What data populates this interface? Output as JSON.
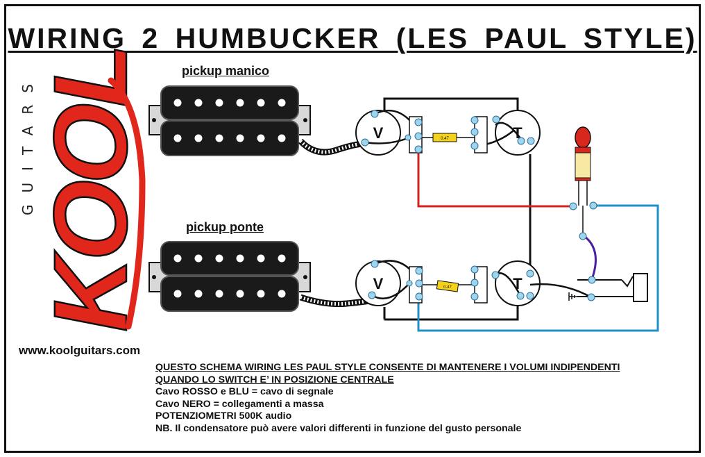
{
  "title": "WIRING 2 HUMBUCKER (LES PAUL STYLE)",
  "logo": {
    "brand": "KOOL",
    "tagline": "GUITARS",
    "brand_color": "#e1261c"
  },
  "website": "www.koolguitars.com",
  "pickups": {
    "neck_label": "pickup manico",
    "bridge_label": "pickup ponte"
  },
  "pots": {
    "volume_label": "V",
    "tone_label": "T"
  },
  "capacitor_value": "0.47",
  "notes": {
    "heading_line1": "QUESTO SCHEMA WIRING LES PAUL STYLE CONSENTE DI MANTENERE I VOLUMI INDIPENDENTI",
    "heading_line2": "QUANDO LO SWITCH E’ IN POSIZIONE CENTRALE",
    "line1": "Cavo ROSSO e BLU = cavo di segnale",
    "line2": "Cavo NERO = collegamenti a massa",
    "line3": "POTENZIOMETRI 500K audio",
    "line4": "NB. Il condensatore può avere valori differenti in funzione del gusto personale"
  },
  "colors": {
    "red_wire": "#d42020",
    "blue_wire": "#1e90c8",
    "ground_wire": "#111111",
    "lug": "#9fd4ee",
    "capacitor": "#f4d21c",
    "switch_tip": "#d8281e",
    "switch_sleeve": "#f7e8a4",
    "jack_wire": "#4a1fa0"
  },
  "icons": {
    "pickup": "humbucker-pickup-icon",
    "pot": "potentiometer-icon",
    "switch": "toggle-switch-icon",
    "jack": "output-jack-icon",
    "ground": "ground-symbol-icon"
  }
}
